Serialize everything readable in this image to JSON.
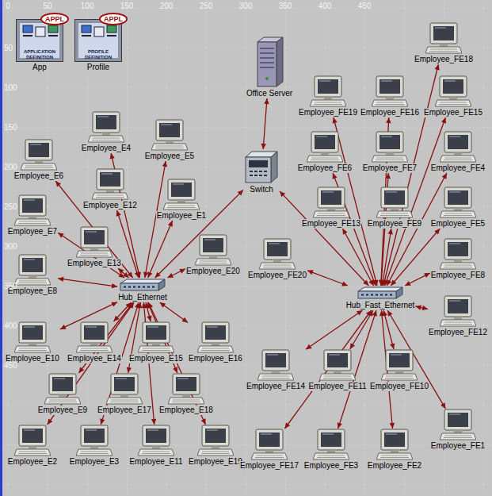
{
  "diagram": {
    "nodes": [
      {
        "text": [
          "APPL",
          "APPLICATION DEFINITION",
          "App"
        ]
      },
      {
        "text": [
          "APPL",
          "PROFILE DEFINITION",
          "Profile"
        ]
      },
      {
        "text": [
          "Office Server"
        ]
      },
      {
        "text": [
          "Switch"
        ]
      },
      {
        "text": [
          "Hub_Ethernet"
        ]
      },
      {
        "text": [
          "Hub_Fast_Ethernet"
        ]
      },
      {
        "text": [
          "Employee_E1"
        ]
      },
      {
        "text": [
          "Employee_E2"
        ]
      },
      {
        "text": [
          "Employee_E3"
        ]
      },
      {
        "text": [
          "Employee_E4"
        ]
      },
      {
        "text": [
          "Employee_E5"
        ]
      },
      {
        "text": [
          "Employee_E6"
        ]
      },
      {
        "text": [
          "Employee_E7"
        ]
      },
      {
        "text": [
          "Employee_E8"
        ]
      },
      {
        "text": [
          "Employee_E9"
        ]
      },
      {
        "text": [
          "Employee_E10"
        ]
      },
      {
        "text": [
          "Employee_E11"
        ]
      },
      {
        "text": [
          "Employee_E12"
        ]
      },
      {
        "text": [
          "Employee_E13"
        ]
      },
      {
        "text": [
          "Employee_E14"
        ]
      },
      {
        "text": [
          "Employee_E15"
        ]
      },
      {
        "text": [
          "Employee_E16"
        ]
      },
      {
        "text": [
          "Employee_E17"
        ]
      },
      {
        "text": [
          "Employee_E18"
        ]
      },
      {
        "text": [
          "Employee_E19"
        ]
      },
      {
        "text": [
          "Employee_E20"
        ]
      },
      {
        "text": [
          "Employee_FE1"
        ]
      },
      {
        "text": [
          "Employee_FE2"
        ]
      },
      {
        "text": [
          "Employee_FE3"
        ]
      },
      {
        "text": [
          "Employee_FE4"
        ]
      },
      {
        "text": [
          "Employee_FE5"
        ]
      },
      {
        "text": [
          "Employee_FE6"
        ]
      },
      {
        "text": [
          "Employee_FE7"
        ]
      },
      {
        "text": [
          "Employee_FE8"
        ]
      },
      {
        "text": [
          "Employee_FE9"
        ]
      },
      {
        "text": [
          "Employee_FE10"
        ]
      },
      {
        "text": [
          "Employee_FE11"
        ]
      },
      {
        "text": [
          "Employee_FE12"
        ]
      },
      {
        "text": [
          "Employee_FE13"
        ]
      },
      {
        "text": [
          "Employee_FE14"
        ]
      },
      {
        "text": [
          "Employee_FE15"
        ]
      },
      {
        "text": [
          "Employee_FE16"
        ]
      },
      {
        "text": [
          "Employee_FE17"
        ]
      },
      {
        "text": [
          "Employee_FE18"
        ]
      },
      {
        "text": [
          "Employee_FE19"
        ]
      },
      {
        "text": [
          "Employee_FE20"
        ]
      }
    ],
    "edges": [
      {
        "from": 3,
        "to": 2,
        "arrow": "both"
      },
      {
        "from": 3,
        "to": 4,
        "arrow": "both"
      },
      {
        "from": 3,
        "to": 5,
        "arrow": "both"
      },
      {
        "from": 4,
        "to": 6,
        "arrow": "both"
      },
      {
        "from": 4,
        "to": 7,
        "arrow": "both"
      },
      {
        "from": 4,
        "to": 8,
        "arrow": "both"
      },
      {
        "from": 4,
        "to": 9,
        "arrow": "both"
      },
      {
        "from": 4,
        "to": 10,
        "arrow": "both"
      },
      {
        "from": 4,
        "to": 11,
        "arrow": "both"
      },
      {
        "from": 4,
        "to": 12,
        "arrow": "both"
      },
      {
        "from": 4,
        "to": 13,
        "arrow": "both"
      },
      {
        "from": 4,
        "to": 14,
        "arrow": "both"
      },
      {
        "from": 4,
        "to": 15,
        "arrow": "both"
      },
      {
        "from": 4,
        "to": 16,
        "arrow": "both"
      },
      {
        "from": 4,
        "to": 17,
        "arrow": "both"
      },
      {
        "from": 4,
        "to": 18,
        "arrow": "both"
      },
      {
        "from": 4,
        "to": 19,
        "arrow": "both"
      },
      {
        "from": 4,
        "to": 20,
        "arrow": "both"
      },
      {
        "from": 4,
        "to": 21,
        "arrow": "both"
      },
      {
        "from": 4,
        "to": 22,
        "arrow": "both"
      },
      {
        "from": 4,
        "to": 23,
        "arrow": "both"
      },
      {
        "from": 4,
        "to": 24,
        "arrow": "both"
      },
      {
        "from": 4,
        "to": 25,
        "arrow": "both"
      },
      {
        "from": 5,
        "to": 26,
        "arrow": "both"
      },
      {
        "from": 5,
        "to": 27,
        "arrow": "both"
      },
      {
        "from": 5,
        "to": 28,
        "arrow": "both"
      },
      {
        "from": 5,
        "to": 29,
        "arrow": "both"
      },
      {
        "from": 5,
        "to": 30,
        "arrow": "both"
      },
      {
        "from": 5,
        "to": 31,
        "arrow": "both"
      },
      {
        "from": 5,
        "to": 32,
        "arrow": "both"
      },
      {
        "from": 5,
        "to": 33,
        "arrow": "both"
      },
      {
        "from": 5,
        "to": 34,
        "arrow": "both"
      },
      {
        "from": 5,
        "to": 35,
        "arrow": "both"
      },
      {
        "from": 5,
        "to": 36,
        "arrow": "both"
      },
      {
        "from": 5,
        "to": 37,
        "arrow": "both"
      },
      {
        "from": 5,
        "to": 38,
        "arrow": "both"
      },
      {
        "from": 5,
        "to": 39,
        "arrow": "both"
      },
      {
        "from": 5,
        "to": 40,
        "arrow": "both"
      },
      {
        "from": 5,
        "to": 41,
        "arrow": "both"
      },
      {
        "from": 5,
        "to": 42,
        "arrow": "both"
      },
      {
        "from": 5,
        "to": 43,
        "arrow": "both"
      },
      {
        "from": 5,
        "to": 44,
        "arrow": "both"
      },
      {
        "from": 5,
        "to": 45,
        "arrow": "both"
      }
    ],
    "labels": [
      "0",
      "50",
      "100",
      "150",
      "200",
      "250",
      "300",
      "350",
      "400",
      "450",
      "50",
      "100",
      "150",
      "200",
      "250",
      "300",
      "350",
      "400",
      "450"
    ]
  }
}
